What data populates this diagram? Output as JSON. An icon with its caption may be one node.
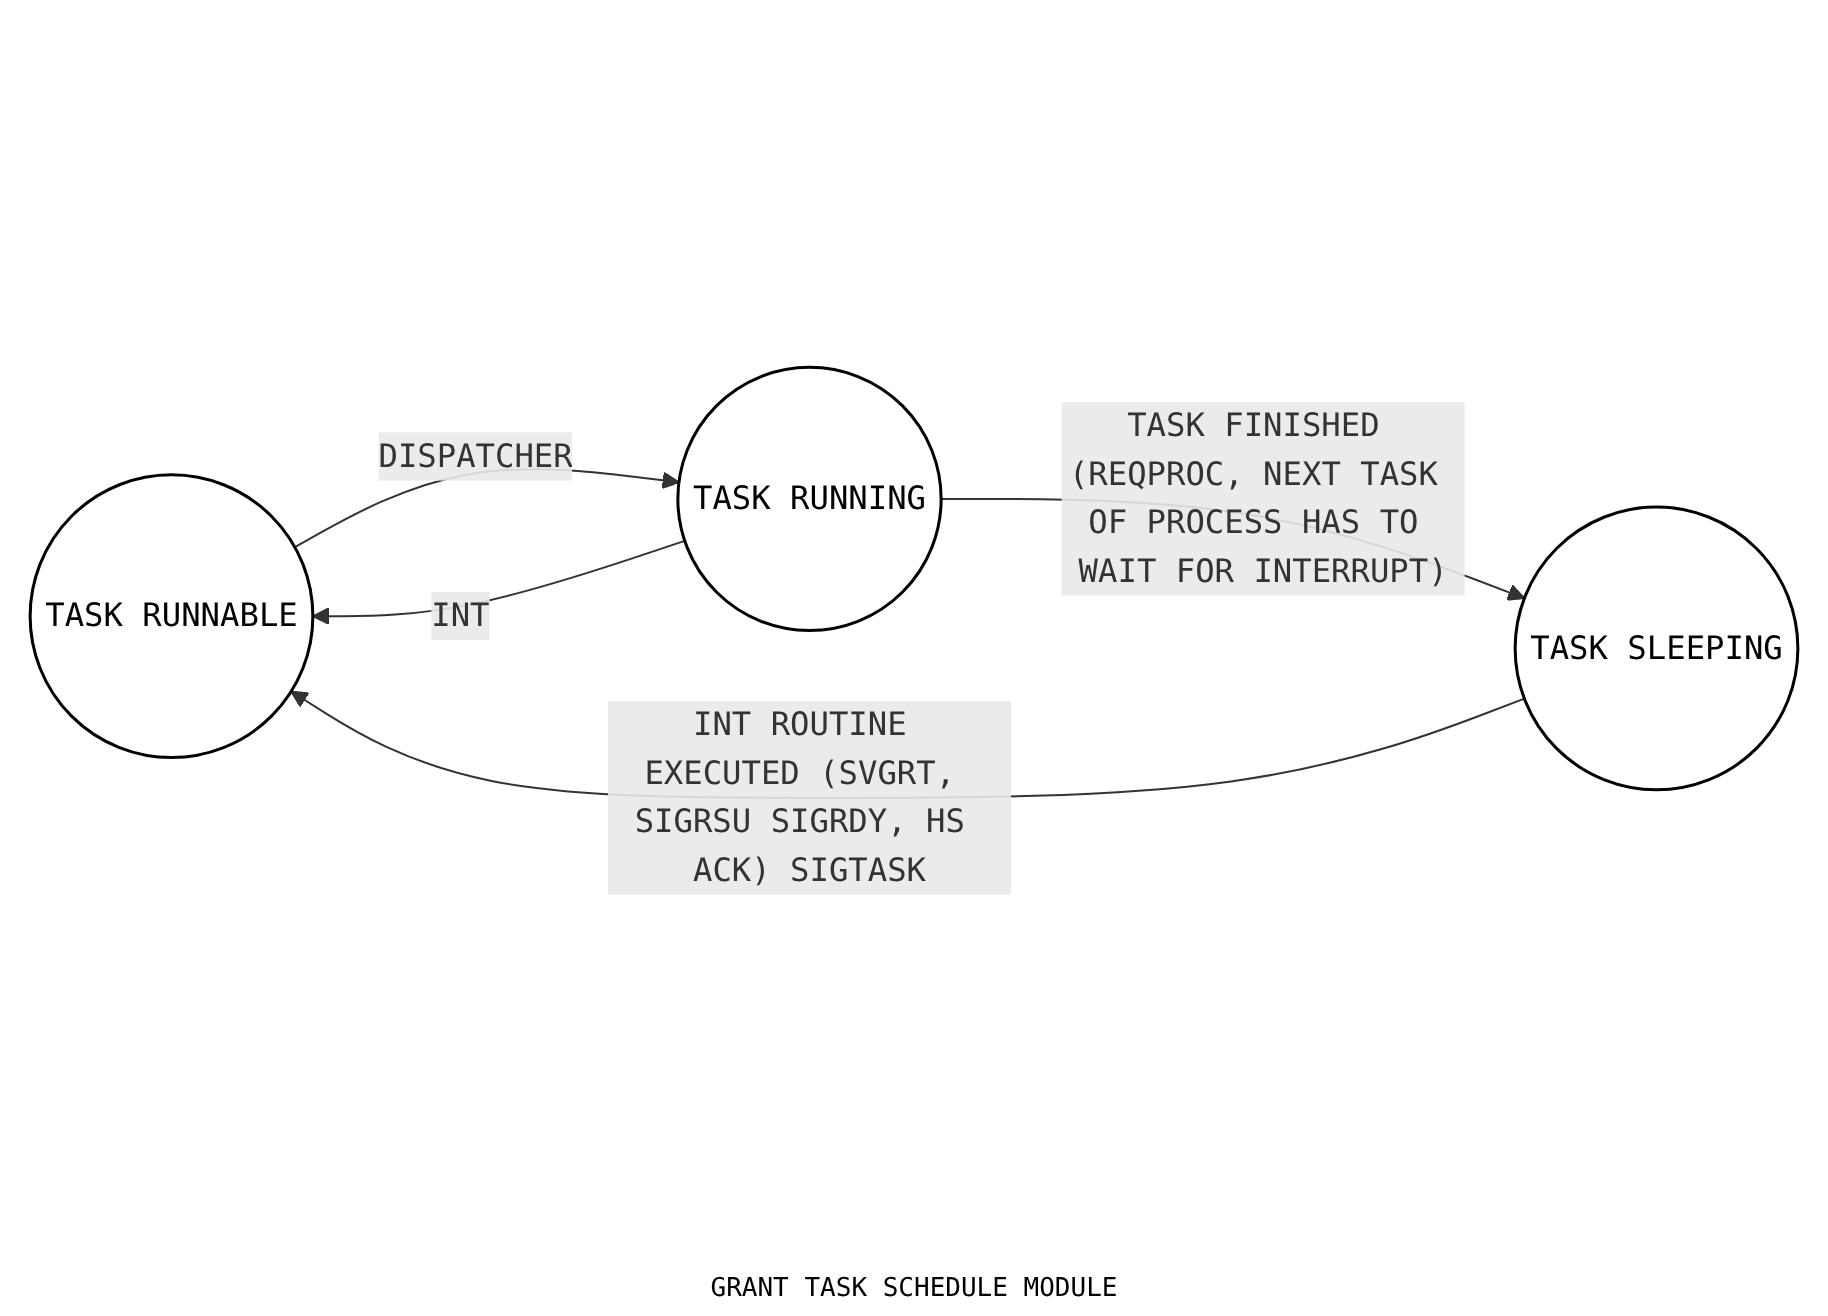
{
  "diagram": {
    "nodes": [
      {
        "text": [
          "TASK RUNNABLE"
        ]
      },
      {
        "text": [
          "TASK SLEEPING"
        ]
      },
      {
        "text": [
          "TASK RUNNING"
        ]
      }
    ],
    "edges": [
      {
        "from": 1,
        "to": 0,
        "arrow": "to",
        "label": "INT ROUTINE EXECUTED (SVGRT, SIGRSU SIGRDY, HS ACK) SIGTASK"
      },
      {
        "from": 0,
        "to": 2,
        "arrow": "to",
        "label": "DISPATCHER"
      },
      {
        "from": 2,
        "to": 0,
        "arrow": "to",
        "label": "INT"
      },
      {
        "from": 2,
        "to": 1,
        "arrow": "to",
        "label": "TASK FINISHED (REQPROC, NEXT TASK OF PROCESS HAS TO WAIT FOR INTERRUPT)"
      }
    ],
    "labels": [
      "GRANT TASK SCHEDULE MODULE"
    ]
  }
}
